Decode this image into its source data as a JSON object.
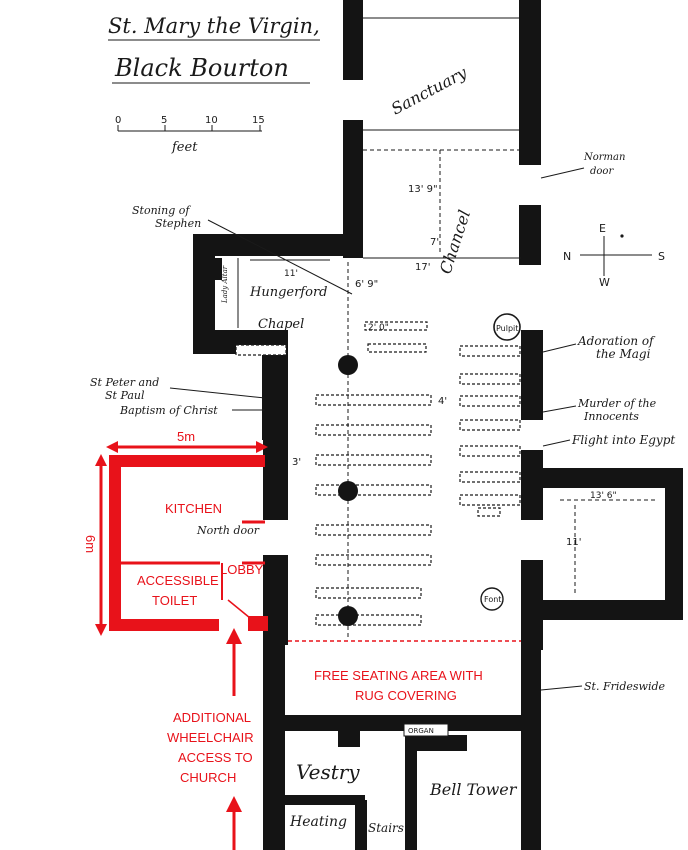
{
  "title": {
    "line1": "St. Mary the Virgin,",
    "line2": "Black Bourton"
  },
  "scale": {
    "ticks": [
      "0",
      "5",
      "10",
      "15"
    ],
    "unit": "feet"
  },
  "compass": {
    "e": "E",
    "n": "N",
    "s": "S",
    "w": "W"
  },
  "rooms": {
    "sanctuary": "Sanctuary",
    "chancel": "Chancel",
    "hungerford_line1": "Hungerford",
    "hungerford_line2": "Chapel",
    "lady_altar": "Lady Altar",
    "vestry": "Vestry",
    "bell_tower": "Bell Tower",
    "heating": "Heating",
    "stairs": "Stairs",
    "organ": "ORGAN",
    "pulpit": "Pulpit",
    "font": "Font",
    "north_door": "North door"
  },
  "dimensions": {
    "chancel_length": "13' 9\"",
    "chancel_width": "7'",
    "nave_width": "17'",
    "chapel_width": "11'",
    "chapel_depth": "6' 9\"",
    "aisle_gap": "2' 0\"",
    "aisle_4": "4'",
    "aisle_3": "3'",
    "porch_width": "13' 6\"",
    "porch_depth": "11'"
  },
  "annotations": {
    "stoning_line1": "Stoning of",
    "stoning_line2": "Stephen",
    "peter_paul_line1": "St Peter and",
    "peter_paul_line2": "St Paul",
    "baptism": "Baptism of Christ",
    "norman_line1": "Norman",
    "norman_line2": "door",
    "adoration_line1": "Adoration of",
    "adoration_line2": "the Magi",
    "murder_line1": "Murder of the",
    "murder_line2": "Innocents",
    "flight": "Flight into Egypt",
    "frideswide": "St. Frideswide"
  },
  "additions": {
    "width_label": "5m",
    "height_label": "6m",
    "kitchen": "KITCHEN",
    "lobby": "LOBBY",
    "toilet_line1": "ACCESSIBLE",
    "toilet_line2": "TOILET",
    "free_seating_line1": "FREE SEATING AREA WITH",
    "free_seating_line2": "RUG COVERING",
    "access_line1": "ADDITIONAL",
    "access_line2": "WHEELCHAIR",
    "access_line3": "ACCESS TO",
    "access_line4": "CHURCH"
  },
  "colors": {
    "addition_red": "#e8121a",
    "wall_ink": "#141414"
  }
}
